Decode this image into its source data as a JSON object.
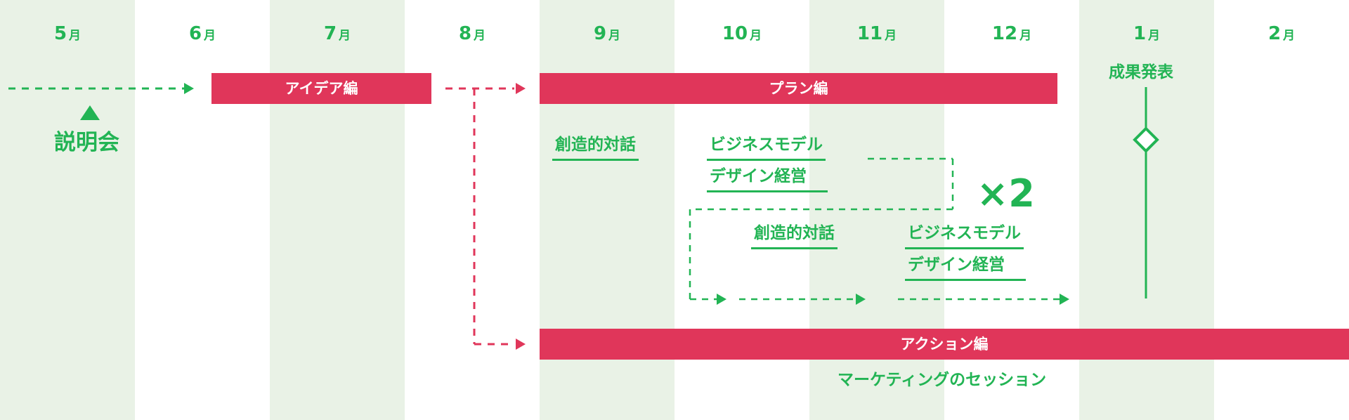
{
  "months": [
    {
      "num": "5",
      "unit": "月"
    },
    {
      "num": "6",
      "unit": "月"
    },
    {
      "num": "7",
      "unit": "月"
    },
    {
      "num": "8",
      "unit": "月"
    },
    {
      "num": "9",
      "unit": "月"
    },
    {
      "num": "10",
      "unit": "月"
    },
    {
      "num": "11",
      "unit": "月"
    },
    {
      "num": "12",
      "unit": "月"
    },
    {
      "num": "1",
      "unit": "月"
    },
    {
      "num": "2",
      "unit": "月"
    }
  ],
  "phases": {
    "idea": "アイデア編",
    "plan": "プラン編",
    "action": "アクション編"
  },
  "events": {
    "briefing": "説明会",
    "results": "成果発表"
  },
  "plan_sessions": {
    "dialogue_1": "創造的対話",
    "bmd_1_line1": "ビジネスモデル",
    "bmd_1_line2": "デザイン経営",
    "dialogue_2": "創造的対話",
    "bmd_2_line1": "ビジネスモデル",
    "bmd_2_line2": "デザイン経営",
    "repeat": "×2"
  },
  "action_sessions": {
    "marketing": "マーケティングのセッション"
  },
  "colors": {
    "green": "#22b454",
    "red": "#e0365a",
    "shade": "#e9f2e6"
  }
}
